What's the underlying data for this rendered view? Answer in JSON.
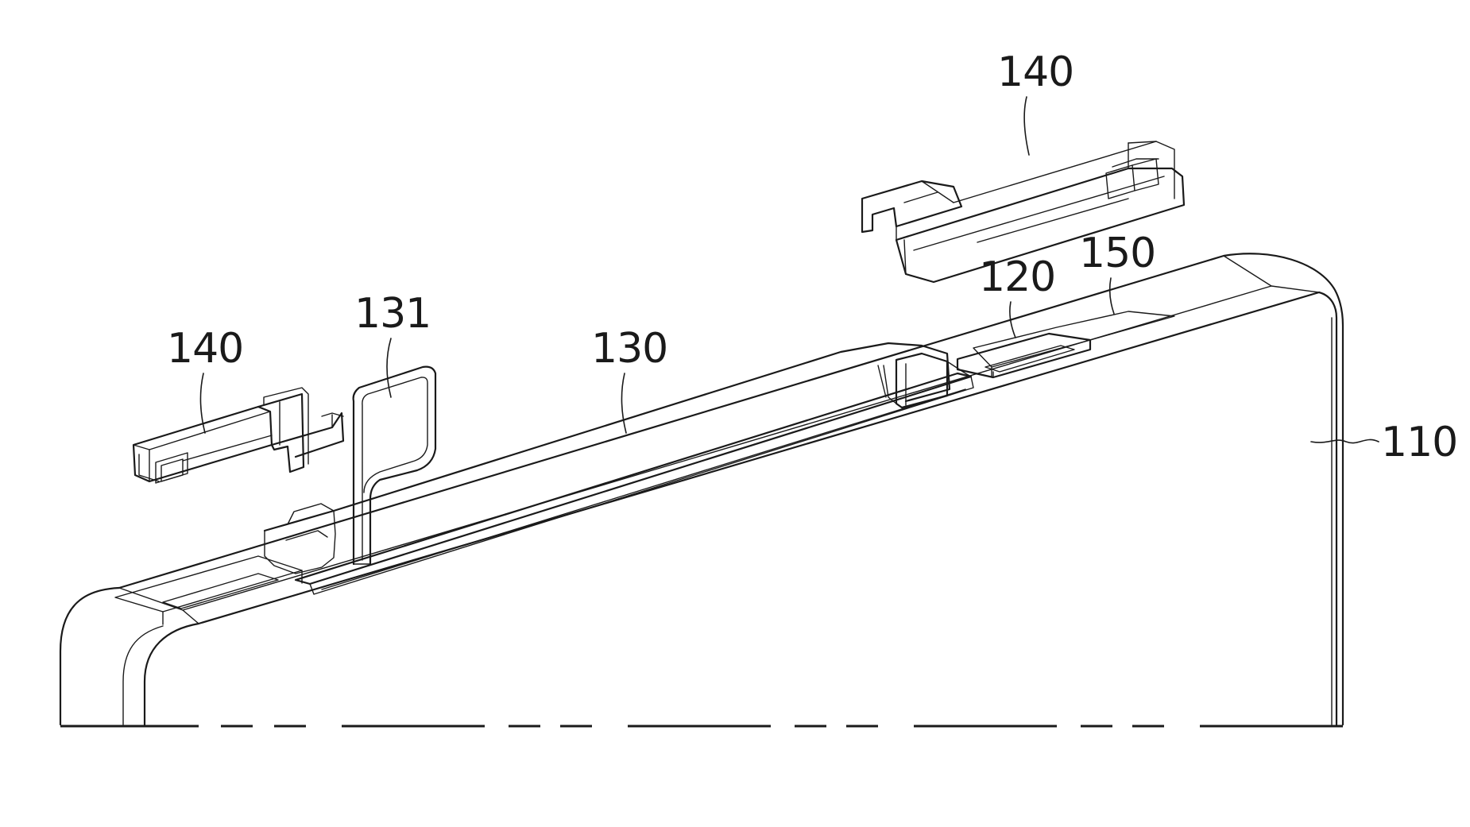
{
  "figure": {
    "labels": {
      "housing": "110",
      "terminal": "120",
      "lead": "130",
      "lead_tab": "131",
      "cap_left": "140",
      "cap_right": "140",
      "film": "150"
    },
    "colors": {
      "line": "#1a1a1a",
      "background": "#ffffff"
    }
  }
}
